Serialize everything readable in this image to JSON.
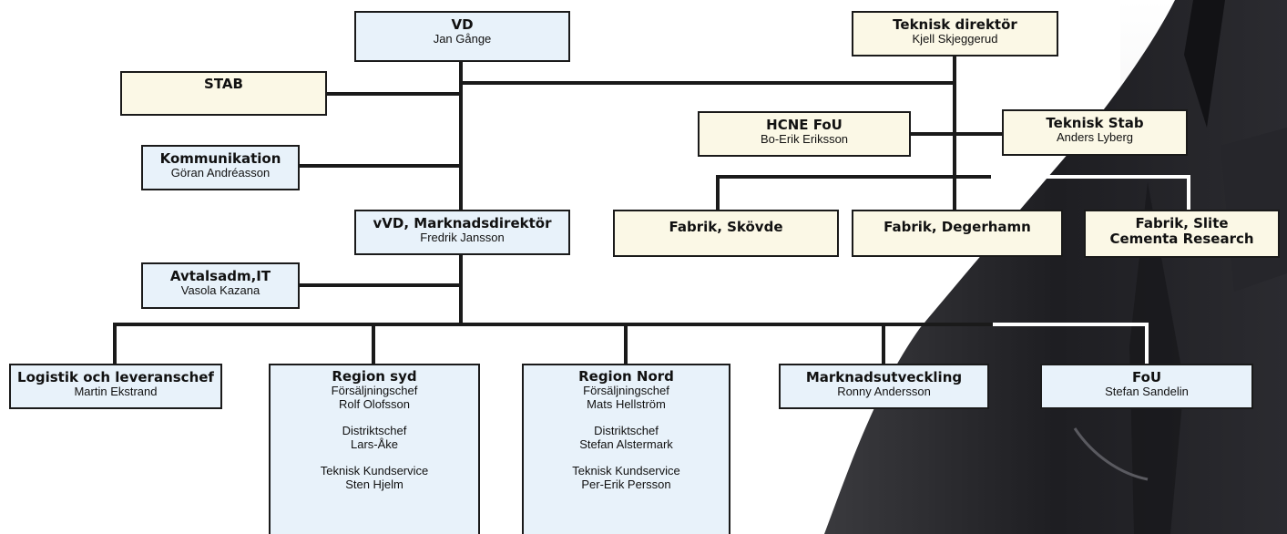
{
  "colors": {
    "blue_box": "#e8f2fa",
    "cream_box": "#fbf8e6",
    "line": "#1a1a1a",
    "line_white": "#ffffff"
  },
  "nodes": {
    "vd": {
      "title": "VD",
      "name": "Jan Gånge"
    },
    "stab": {
      "title": "STAB"
    },
    "kommunikation": {
      "title": "Kommunikation",
      "name": "Göran Andréasson"
    },
    "vvd": {
      "title": "vVD, Marknadsdirektör",
      "name": "Fredrik Jansson"
    },
    "avtalsadm": {
      "title": "Avtalsadm,IT",
      "name": "Vasola Kazana"
    },
    "teknisk_direktor": {
      "title": "Teknisk direktör",
      "name": "Kjell Skjeggerud"
    },
    "hcne_fou": {
      "title": "HCNE FoU",
      "name": "Bo-Erik Eriksson"
    },
    "teknisk_stab": {
      "title": "Teknisk Stab",
      "name": "Anders Lyberg"
    },
    "fabrik_skovde": {
      "title": "Fabrik, Skövde"
    },
    "fabrik_degerhamn": {
      "title": "Fabrik, Degerhamn"
    },
    "fabrik_slite": {
      "title": "Fabrik, Slite",
      "title2": "Cementa Research"
    },
    "logistik": {
      "title": "Logistik och leveranschef",
      "name": "Martin Ekstrand"
    },
    "region_syd": {
      "title": "Region syd",
      "role1": "Försäljningschef",
      "name1": "Rolf Olofsson",
      "role2": "Distriktschef",
      "name2": "Lars-Åke",
      "role3": "Teknisk Kundservice",
      "name3": "Sten Hjelm"
    },
    "region_nord": {
      "title": "Region Nord",
      "role1": "Försäljningschef",
      "name1": "Mats Hellström",
      "role2": "Distriktschef",
      "name2": "Stefan Alstermark",
      "role3": "Teknisk Kundservice",
      "name3": "Per-Erik Persson"
    },
    "marknadsutveckling": {
      "title": "Marknadsutveckling",
      "name": "Ronny Andersson"
    },
    "fou": {
      "title": "FoU",
      "name": "Stefan Sandelin"
    }
  }
}
